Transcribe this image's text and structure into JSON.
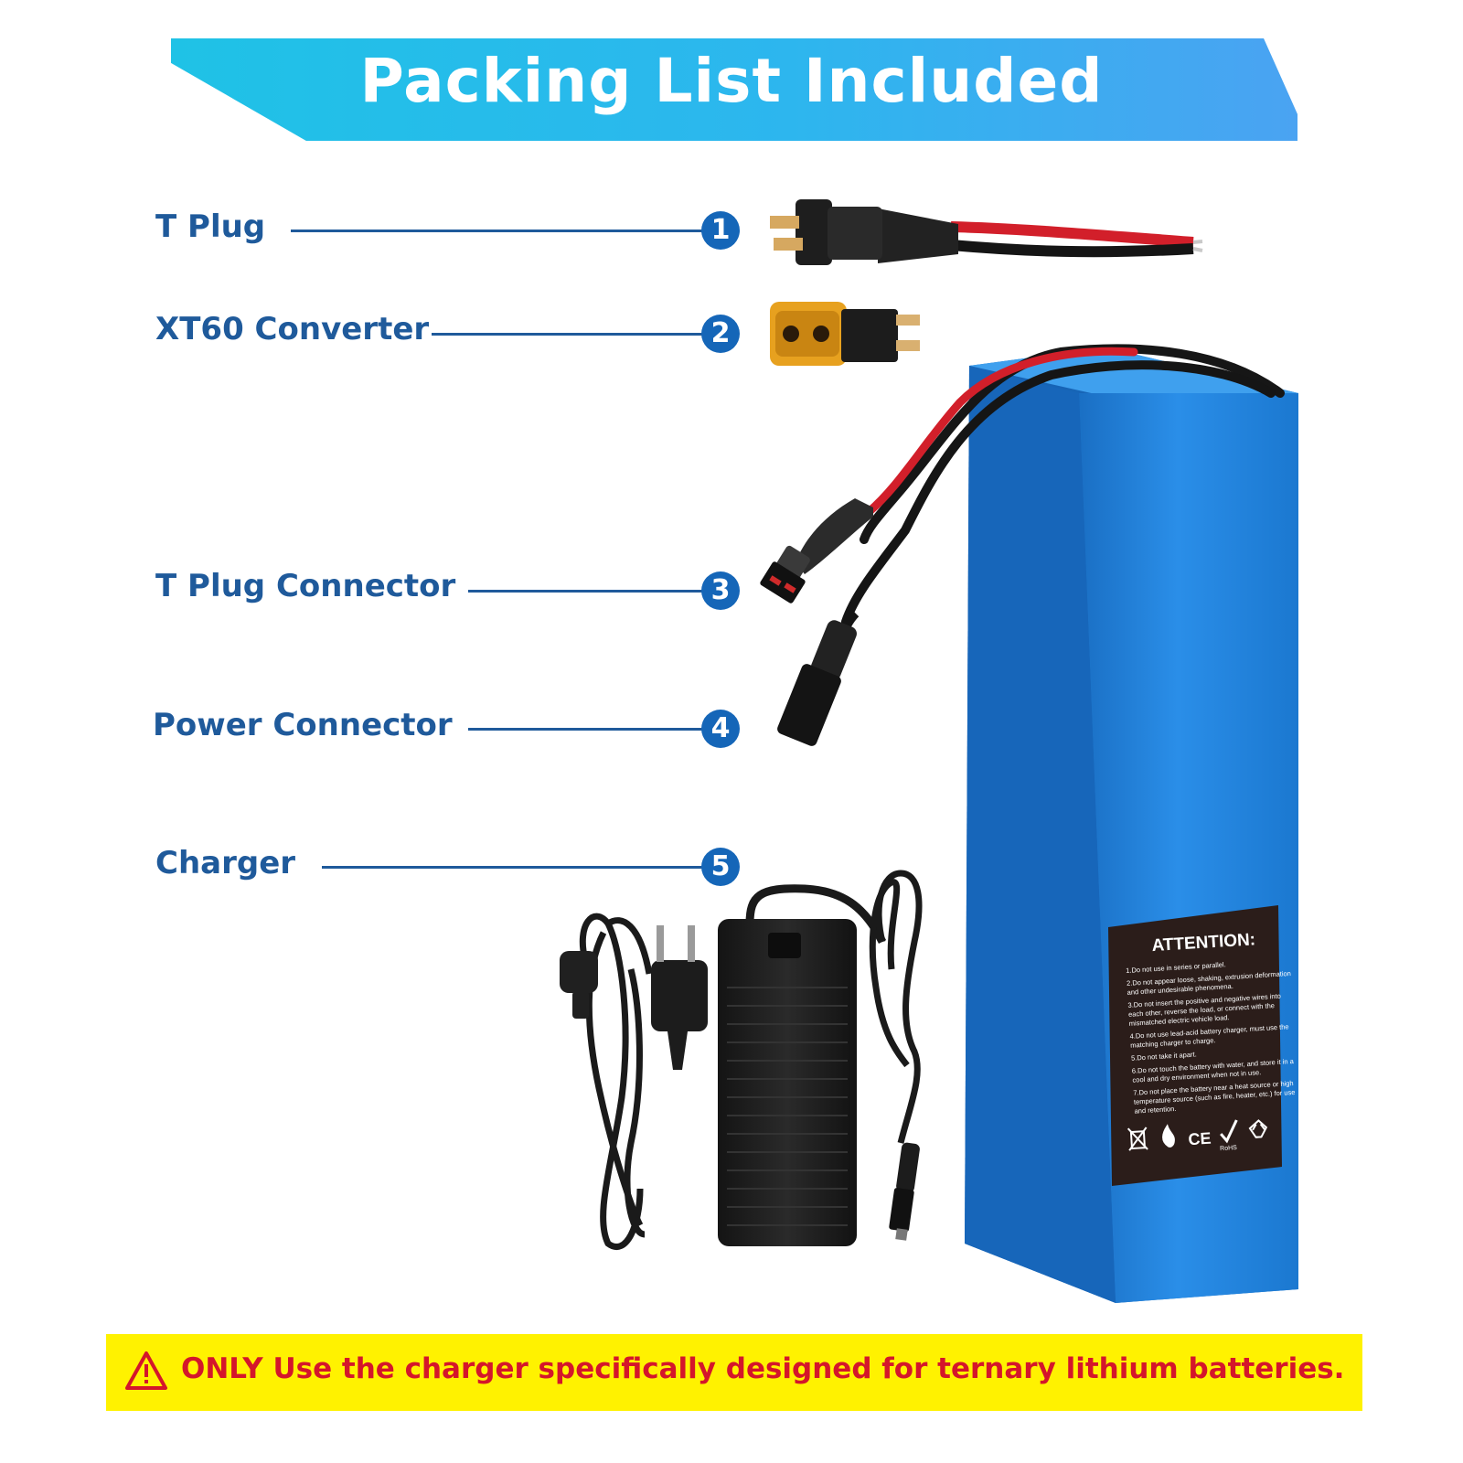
{
  "title": "Packing List Included",
  "items": [
    {
      "number": "1",
      "label": "T Plug"
    },
    {
      "number": "2",
      "label": "XT60 Converter"
    },
    {
      "number": "3",
      "label": "T Plug Connector"
    },
    {
      "number": "4",
      "label": "Power Connector"
    },
    {
      "number": "5",
      "label": "Charger"
    }
  ],
  "battery_label": {
    "title": "ATTENTION:",
    "rules": [
      "1.Do not use in series or parallel.",
      "2.Do not appear loose, shaking, extrusion deformation",
      "and other undesirable phenomena.",
      "3.Do not insert the positive and negative wires into",
      "each other, reverse the load, or connect with the",
      "mismatched electric vehicle load.",
      "4.Do not use lead-acid battery charger, must use the",
      "matching charger to charge.",
      "5.Do not take it apart.",
      "6.Do not touch the battery with water, and store it in a",
      "cool and dry environment when not in use.",
      "7.Do not place the battery near a heat source or high",
      "temperature source (such as fire, heater, etc.) for use",
      "and retention."
    ],
    "cert_marks": [
      "CE",
      "RoHS"
    ]
  },
  "warning": {
    "text": "ONLY Use the charger specifically designed for ternary lithium batteries."
  },
  "icons": [
    "warning-triangle-icon",
    "recycle-icon",
    "no-bin-icon",
    "flame-icon"
  ],
  "colors": {
    "banner_start": "#1fc2e6",
    "banner_end": "#4aa3f2",
    "label_blue": "#1f5a9b",
    "number_circle": "#1566b8",
    "battery_blue": "#1e7fd6",
    "warning_bg": "#fff200",
    "warning_text": "#d4162b"
  }
}
